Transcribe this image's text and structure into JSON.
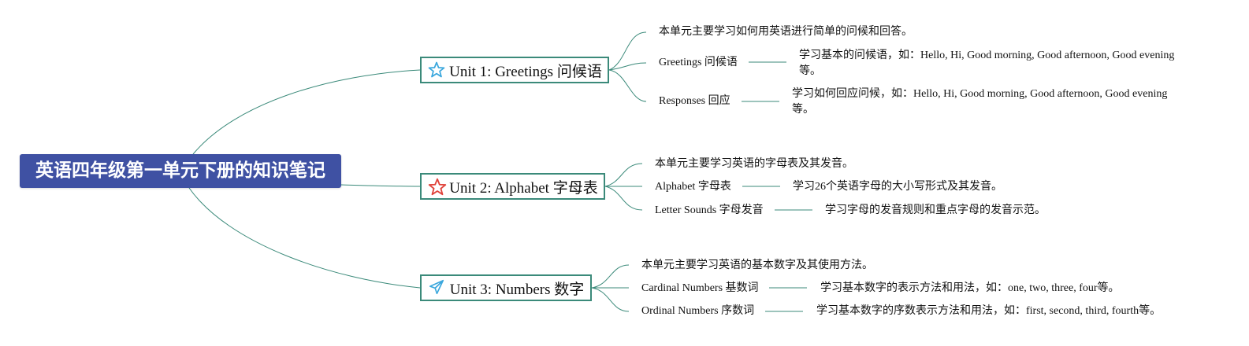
{
  "root": {
    "title": "英语四年级第一单元下册的知识笔记"
  },
  "colors": {
    "root_bg": "#3f51a3",
    "branch": "#3b8a7a",
    "star_blue": "#3aa7dd",
    "star_red": "#e0423a",
    "plane_blue": "#3aa7dd"
  },
  "units": [
    {
      "title": "Unit 1: Greetings 问候语",
      "icon": "star-outline-icon",
      "summary": "本单元主要学习如何用英语进行简单的问候和回答。",
      "topics": [
        {
          "label": "Greetings 问候语",
          "detail": "学习基本的问候语，如：Hello, Hi, Good morning, Good afternoon, Good evening等。"
        },
        {
          "label": "Responses 回应",
          "detail": "学习如何回应问候，如：Hello, Hi, Good morning, Good afternoon, Good evening等。"
        }
      ]
    },
    {
      "title": "Unit 2: Alphabet 字母表",
      "icon": "star-red-icon",
      "summary": "本单元主要学习英语的字母表及其发音。",
      "topics": [
        {
          "label": "Alphabet 字母表",
          "detail": "学习26个英语字母的大小写形式及其发音。"
        },
        {
          "label": "Letter Sounds 字母发音",
          "detail": "学习字母的发音规则和重点字母的发音示范。"
        }
      ]
    },
    {
      "title": "Unit 3: Numbers 数字",
      "icon": "paper-plane-icon",
      "summary": "本单元主要学习英语的基本数字及其使用方法。",
      "topics": [
        {
          "label": "Cardinal Numbers 基数词",
          "detail": "学习基本数字的表示方法和用法，如：one, two, three, four等。"
        },
        {
          "label": "Ordinal Numbers 序数词",
          "detail": "学习基本数字的序数表示方法和用法，如：first, second, third, fourth等。"
        }
      ]
    }
  ]
}
